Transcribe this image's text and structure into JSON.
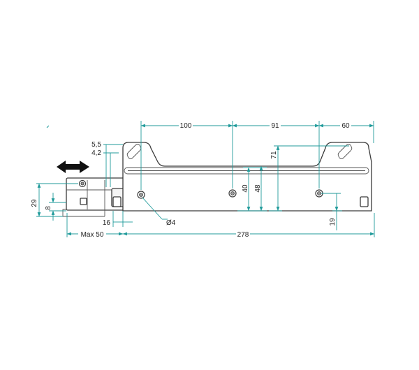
{
  "dimensions": {
    "spacing_1": "100",
    "spacing_2": "91",
    "spacing_3": "60",
    "edge_5_5": "5,5",
    "edge_4_2": "4,2",
    "height_29": "29",
    "height_8": "8",
    "width_16": "16",
    "hole_dia": "Ø4",
    "travel_max": "Max 50",
    "length_total": "278",
    "height_40": "40",
    "height_48": "48",
    "height_71": "71",
    "height_19": "19"
  },
  "colors": {
    "dimension_line": "#1f9a9a",
    "outline": "#3a3a3a",
    "arrow": "#111111"
  },
  "icons": {
    "travel_arrow": "double-arrow-horizontal"
  }
}
